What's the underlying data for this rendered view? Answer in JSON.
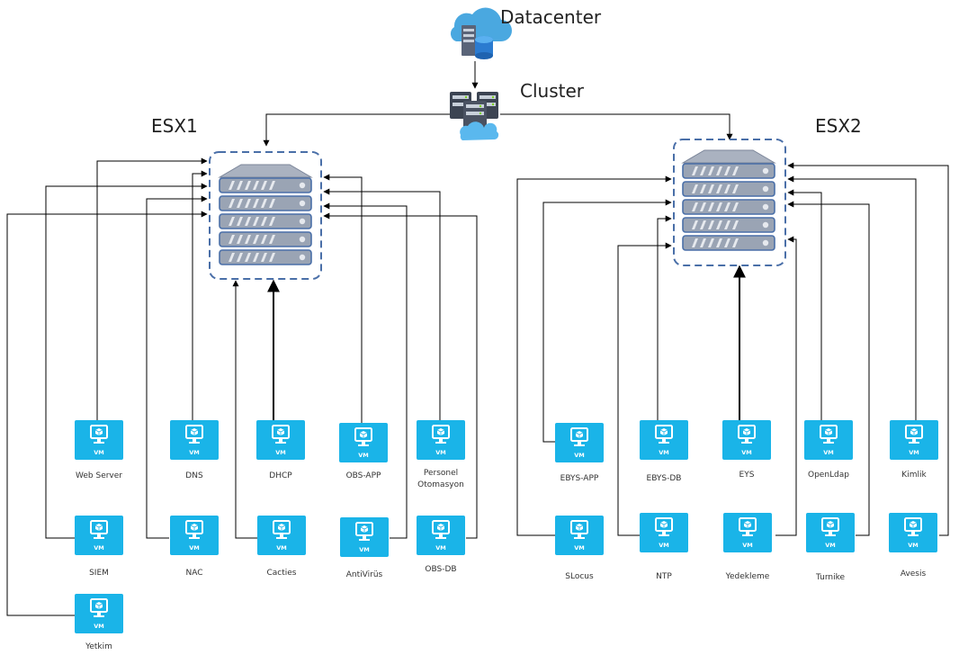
{
  "diagram": {
    "datacenter_label": "Datacenter",
    "cluster_label": "Cluster",
    "hosts": [
      {
        "name": "ESX1"
      },
      {
        "name": "ESX2"
      }
    ],
    "vm_badge": "VM",
    "esx1_vms": [
      {
        "label": "Web Server"
      },
      {
        "label": "DNS"
      },
      {
        "label": "DHCP"
      },
      {
        "label": "OBS-APP"
      },
      {
        "label": "Personel",
        "label2": "Otomasyon"
      },
      {
        "label": "SIEM"
      },
      {
        "label": "NAC"
      },
      {
        "label": "Cacties"
      },
      {
        "label": "AntiVirüs"
      },
      {
        "label": "OBS-DB"
      },
      {
        "label": "Yetkim"
      }
    ],
    "esx2_vms": [
      {
        "label": "EBYS-APP"
      },
      {
        "label": "EBYS-DB"
      },
      {
        "label": "EYS"
      },
      {
        "label": "OpenLdap"
      },
      {
        "label": "Kimlik"
      },
      {
        "label": "SLocus"
      },
      {
        "label": "NTP"
      },
      {
        "label": "Yedekleme"
      },
      {
        "label": "Turnike"
      },
      {
        "label": "Avesis"
      }
    ],
    "colors": {
      "vm_fill": "#1ab4e8",
      "server_dash": "#4a6fa8",
      "server_fill": "#9aa4b4",
      "server_dark": "#5a6478"
    }
  }
}
